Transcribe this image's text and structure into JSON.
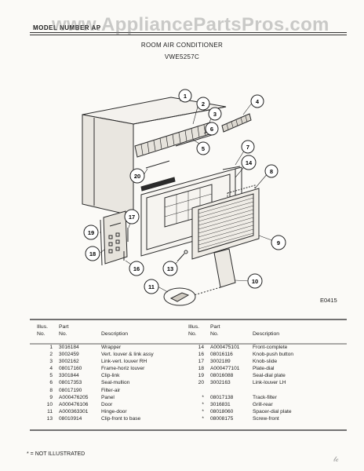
{
  "header": {
    "model_label": "MODEL NUMBER AP",
    "watermark": "www.AppliancePartsPros.com",
    "title": "ROOM AIR CONDITIONER",
    "model": "VWE5257C",
    "diagram_code": "E0415"
  },
  "callouts": [
    "1",
    "2",
    "3",
    "4",
    "5",
    "6",
    "7",
    "8",
    "9",
    "10",
    "11",
    "13",
    "14",
    "16",
    "17",
    "18",
    "19",
    "20"
  ],
  "table_headers": {
    "illus": "Illus.",
    "no": "No.",
    "part": "Part",
    "description": "Description"
  },
  "parts_left": [
    {
      "n": "1",
      "part": "3016184",
      "desc": "Wrapper"
    },
    {
      "n": "2",
      "part": "3002459",
      "desc": "Vert. louver & link assy"
    },
    {
      "n": "3",
      "part": "3002162",
      "desc": "Link-vert. louver RH"
    },
    {
      "n": "4",
      "part": "08017160",
      "desc": "Frame-horiz louver"
    },
    {
      "n": "5",
      "part": "3301844",
      "desc": "Clip-link"
    },
    {
      "n": "6",
      "part": "08017353",
      "desc": "Seal-mullion"
    },
    {
      "n": "8",
      "part": "08017190",
      "desc": "Filter-air"
    },
    {
      "n": "9",
      "part": "A000476205",
      "desc": "Panel"
    },
    {
      "n": "10",
      "part": "A000476106",
      "desc": "Door"
    },
    {
      "n": "11",
      "part": "A000363301",
      "desc": "Hinge-door"
    },
    {
      "n": "13",
      "part": "08010914",
      "desc": "Clip-front to base"
    }
  ],
  "parts_right": [
    {
      "n": "14",
      "part": "A000475101",
      "desc": "Front-complete"
    },
    {
      "n": "16",
      "part": "08016116",
      "desc": "Knob-push button"
    },
    {
      "n": "17",
      "part": "3002189",
      "desc": "Knob-slide"
    },
    {
      "n": "18",
      "part": "A000477101",
      "desc": "Plate-dial"
    },
    {
      "n": "19",
      "part": "08016088",
      "desc": "Seal-dial plate"
    },
    {
      "n": "20",
      "part": "3002163",
      "desc": "Link-louver LH"
    },
    {
      "n": "",
      "part": "",
      "desc": ""
    },
    {
      "n": "*",
      "part": "08017138",
      "desc": "Track-filter"
    },
    {
      "n": "*",
      "part": "3016831",
      "desc": "Grill-rear"
    },
    {
      "n": "*",
      "part": "08018060",
      "desc": "Spacer-dial plate"
    },
    {
      "n": "*",
      "part": "08008175",
      "desc": "Screw-front"
    }
  ],
  "footnote": "* = NOT ILLUSTRATED"
}
